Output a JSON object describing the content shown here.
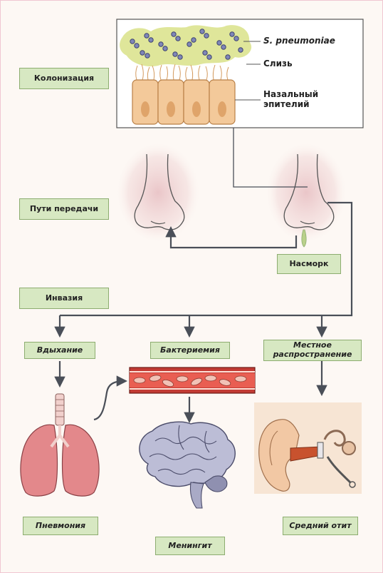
{
  "labels": {
    "colonization": "Колонизация",
    "transmission": "Пути передачи",
    "runny_nose": "Насморк",
    "invasion": "Инвазия",
    "inhalation": "Вдыхание",
    "bacteremia": "Бактериемия",
    "local_spread_line1": "Местное",
    "local_spread_line2": "распространение",
    "pneumonia": "Пневмония",
    "meningitis": "Менингит",
    "otitis": "Средний отит"
  },
  "callouts": {
    "bacteria": "S. pneumoniae",
    "mucus": "Слизь",
    "epithelium_line1": "Назальный",
    "epithelium_line2": "эпителий"
  },
  "colors": {
    "label_fill": "#d7e8c2",
    "label_border": "#8dad70",
    "arrow": "#4a4f58",
    "mucus": "#dfe69a",
    "bacteria": "#7f86b8",
    "cell": "#f3c99a",
    "nucleus": "#dfa46a",
    "lung": "#e3888b",
    "brain": "#bcbdd6",
    "vessel": "#c23b34",
    "rbc": "#f2c2b6"
  }
}
